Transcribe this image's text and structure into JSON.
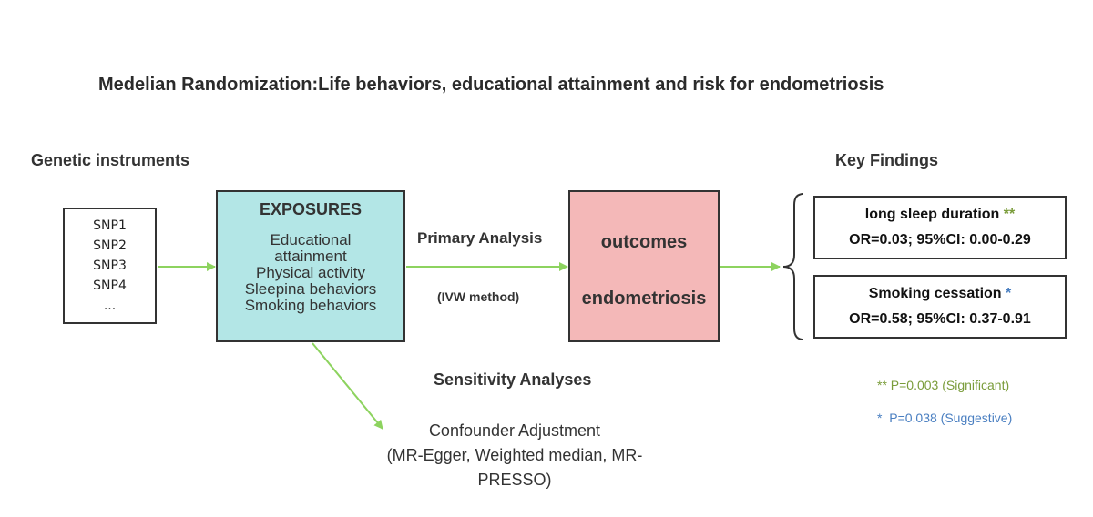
{
  "title": "Medelian Randomization:Life behaviors, educational attainment and risk for endometriosis",
  "genetic_instruments": {
    "heading": "Genetic instruments",
    "snps": [
      "SNP1",
      "SNP2",
      "SNP3",
      "SNP4",
      "..."
    ]
  },
  "exposures": {
    "heading": "EXPOSURES",
    "items": [
      "Educational",
      "attainment",
      "Physical activity",
      "Sleepina behaviors",
      "Smoking behaviors"
    ]
  },
  "primary_analysis": {
    "label": "Primary Analysis",
    "method": "(IVW method)"
  },
  "outcomes": {
    "line1": "outcomes",
    "line2": "endometriosis"
  },
  "sensitivity": {
    "heading": "Sensitivity Analyses",
    "line1": "Confounder Adjustment",
    "line2": "(MR-Egger, Weighted median, MR-",
    "line3": "PRESSO)"
  },
  "key_findings": {
    "heading": "Key Findings",
    "items": [
      {
        "name": "long sleep duration",
        "stars": "**",
        "stat": "OR=0.03; 95%CI: 0.00-0.29"
      },
      {
        "name": "Smoking cessation",
        "stars": "*",
        "stat": "OR=0.58; 95%CI: 0.37-0.91"
      }
    ]
  },
  "legend": {
    "significant": "** P=0.003 (Significant)",
    "suggestive": "*  P=0.038 (Suggestive)"
  },
  "colors": {
    "arrow": "#8dd35f",
    "exposure_fill": "#b3e6e6",
    "outcome_fill": "#f4b8b8",
    "significant": "#7a9c3a",
    "suggestive": "#4a7fc1"
  }
}
